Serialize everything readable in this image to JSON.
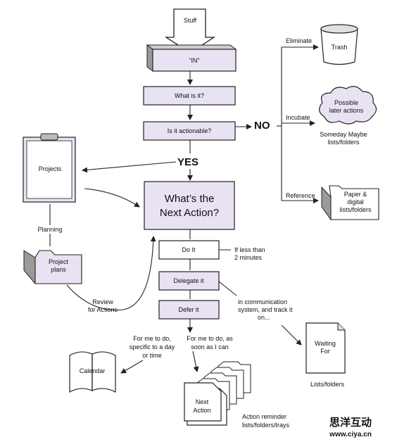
{
  "nodes": {
    "stuff": "Stuff",
    "in": "“IN”",
    "what_is_it": "What is it?",
    "actionable": "Is it actionable?",
    "no": "NO",
    "yes": "YES",
    "eliminate": "Eliminate",
    "trash": "Trash",
    "incubate": "Incubate",
    "possible_1": "Possible",
    "possible_2": "later actions",
    "someday_1": "Someday Maybe",
    "someday_2": "lists/folders",
    "reference": "Reference",
    "paper_1": "Paper &",
    "paper_2": "digital",
    "paper_3": "lists/folders",
    "projects": "Projects",
    "planning": "Planning",
    "project_plans_1": "Project",
    "project_plans_2": "plans",
    "next_action_1": "What’s the",
    "next_action_2": "Next Action?",
    "do_it": "Do It",
    "less_than_1": "If less than",
    "less_than_2": "2 minutes",
    "delegate_it": "Delegate it",
    "comm_1": "in communication",
    "comm_2": "system, and track it",
    "comm_3": "on...",
    "defer_it": "Defer it",
    "review_1": "Review",
    "review_2": "for Actions",
    "for_me_day_1": "For me to do,",
    "for_me_day_2": "specific to a day",
    "for_me_day_3": "or time",
    "for_me_soon_1": "For me to do, as",
    "for_me_soon_2": "soon as I can",
    "calendar": "Calendar",
    "next_action_stack_1": "Next",
    "next_action_stack_2": "Action",
    "waiting_1": "Waiting",
    "waiting_2": "For",
    "lists_folders": "Lists/folders",
    "reminder_1": "Action reminder",
    "reminder_2": "lists/folders/trays",
    "watermark_cn": "思洋互动",
    "watermark_url": "www.ciya.cn"
  },
  "colors": {
    "box_fill": "#e8e2f2",
    "stroke": "#222222",
    "text": "#111111"
  }
}
